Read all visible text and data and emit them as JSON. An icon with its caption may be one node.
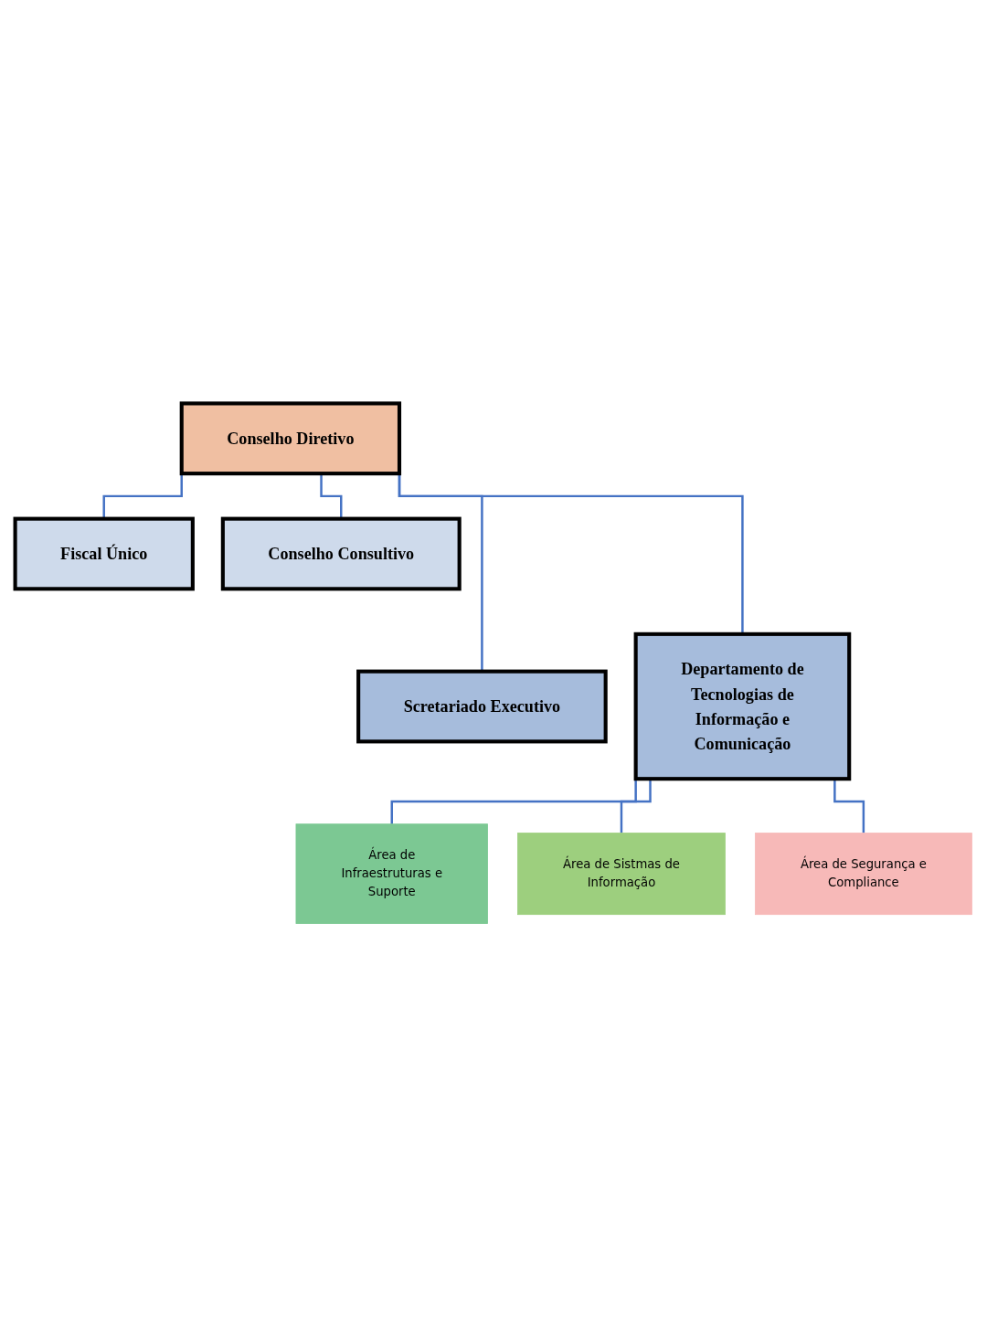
{
  "diagram": {
    "nodes": [
      {
        "text": [
          "Conselho Diretivo"
        ]
      },
      {
        "text": [
          "Fiscal Único"
        ]
      },
      {
        "text": [
          "Conselho Consultivo"
        ]
      },
      {
        "text": [
          "Scretariado Executivo"
        ]
      },
      {
        "text": [
          "Departamento de Tecnologias de Informação e Comunicação"
        ]
      },
      {
        "text": [
          "Área de Infraestruturas e Suporte"
        ]
      },
      {
        "text": [
          "Área de Sistmas de Informação"
        ]
      },
      {
        "text": [
          "Área de Segurança e Compliance"
        ]
      }
    ],
    "edges": [
      {
        "from": 0,
        "to": 1,
        "arrow": "none"
      },
      {
        "from": 0,
        "to": 2,
        "arrow": "none"
      },
      {
        "from": 0,
        "to": 3,
        "arrow": "none"
      },
      {
        "from": 0,
        "to": 4,
        "arrow": "none"
      },
      {
        "from": 4,
        "to": 5,
        "arrow": "none"
      },
      {
        "from": 4,
        "to": 6,
        "arrow": "none"
      },
      {
        "from": 4,
        "to": 7,
        "arrow": "none"
      }
    ]
  }
}
